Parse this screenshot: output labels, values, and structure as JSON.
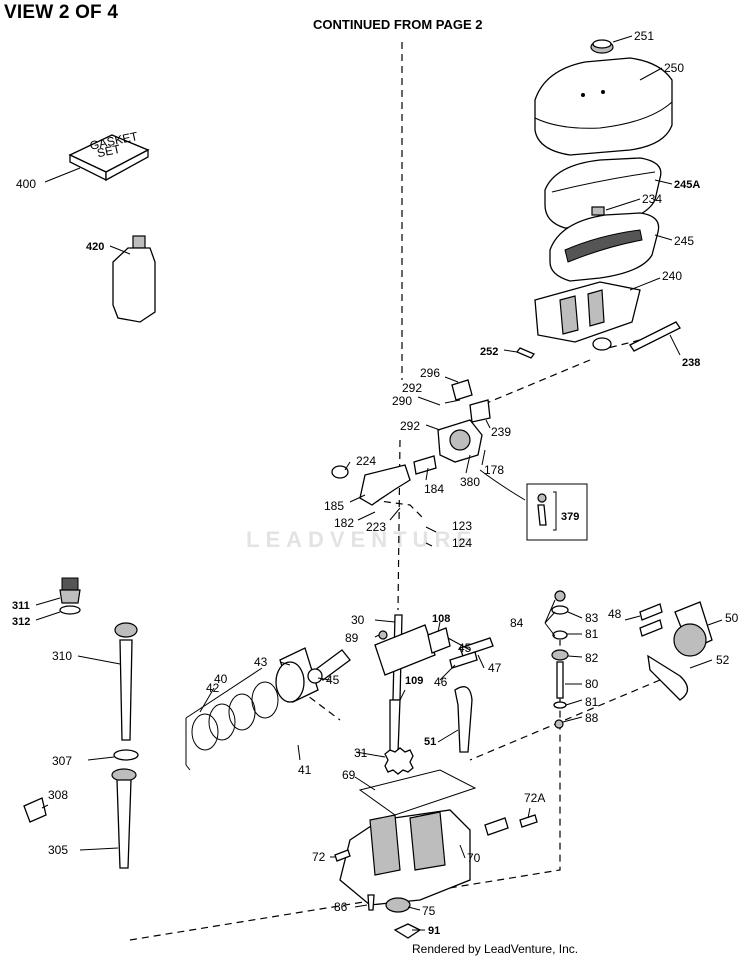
{
  "header": {
    "view_title": "VIEW 2 OF 4",
    "continued": "CONTINUED FROM PAGE 2"
  },
  "footer": {
    "rendered_by": "Rendered by LeadVenture, Inc."
  },
  "watermark": {
    "text": "LEADVENTURE"
  },
  "gasket_box": {
    "line1": "GASKET",
    "line2": "SET"
  },
  "callouts": [
    {
      "id": "c-251",
      "text": "251"
    },
    {
      "id": "c-250",
      "text": "250"
    },
    {
      "id": "c-245A",
      "text": "245A"
    },
    {
      "id": "c-234",
      "text": "234"
    },
    {
      "id": "c-245",
      "text": "245"
    },
    {
      "id": "c-240",
      "text": "240"
    },
    {
      "id": "c-252",
      "text": "252"
    },
    {
      "id": "c-238",
      "text": "238"
    },
    {
      "id": "c-400",
      "text": "400"
    },
    {
      "id": "c-420",
      "text": "420"
    },
    {
      "id": "c-296",
      "text": "296"
    },
    {
      "id": "c-292a",
      "text": "292"
    },
    {
      "id": "c-290",
      "text": "290"
    },
    {
      "id": "c-292b",
      "text": "292"
    },
    {
      "id": "c-239",
      "text": "239"
    },
    {
      "id": "c-224",
      "text": "224"
    },
    {
      "id": "c-178",
      "text": "178"
    },
    {
      "id": "c-184",
      "text": "184"
    },
    {
      "id": "c-380",
      "text": "380"
    },
    {
      "id": "c-185",
      "text": "185"
    },
    {
      "id": "c-182",
      "text": "182"
    },
    {
      "id": "c-223",
      "text": "223"
    },
    {
      "id": "c-123",
      "text": "123"
    },
    {
      "id": "c-124",
      "text": "124"
    },
    {
      "id": "c-379",
      "text": "379"
    },
    {
      "id": "c-311",
      "text": "311"
    },
    {
      "id": "c-312",
      "text": "312"
    },
    {
      "id": "c-30",
      "text": "30"
    },
    {
      "id": "c-108",
      "text": "108"
    },
    {
      "id": "c-89",
      "text": "89"
    },
    {
      "id": "c-45a",
      "text": "45"
    },
    {
      "id": "c-84",
      "text": "84"
    },
    {
      "id": "c-83",
      "text": "83"
    },
    {
      "id": "c-81a",
      "text": "81"
    },
    {
      "id": "c-82",
      "text": "82"
    },
    {
      "id": "c-48",
      "text": "48"
    },
    {
      "id": "c-50",
      "text": "50"
    },
    {
      "id": "c-52",
      "text": "52"
    },
    {
      "id": "c-40",
      "text": "40"
    },
    {
      "id": "c-45b",
      "text": "45"
    },
    {
      "id": "c-43",
      "text": "43"
    },
    {
      "id": "c-47",
      "text": "47"
    },
    {
      "id": "c-42",
      "text": "42"
    },
    {
      "id": "c-46",
      "text": "46"
    },
    {
      "id": "c-109",
      "text": "109"
    },
    {
      "id": "c-80",
      "text": "80"
    },
    {
      "id": "c-81b",
      "text": "81"
    },
    {
      "id": "c-88",
      "text": "88"
    },
    {
      "id": "c-310",
      "text": "310"
    },
    {
      "id": "c-51",
      "text": "51"
    },
    {
      "id": "c-41",
      "text": "41"
    },
    {
      "id": "c-31",
      "text": "31"
    },
    {
      "id": "c-307",
      "text": "307"
    },
    {
      "id": "c-69",
      "text": "69"
    },
    {
      "id": "c-308",
      "text": "308"
    },
    {
      "id": "c-72A",
      "text": "72A"
    },
    {
      "id": "c-305",
      "text": "305"
    },
    {
      "id": "c-72",
      "text": "72"
    },
    {
      "id": "c-70",
      "text": "70"
    },
    {
      "id": "c-86",
      "text": "86"
    },
    {
      "id": "c-75",
      "text": "75"
    },
    {
      "id": "c-91",
      "text": "91"
    }
  ]
}
